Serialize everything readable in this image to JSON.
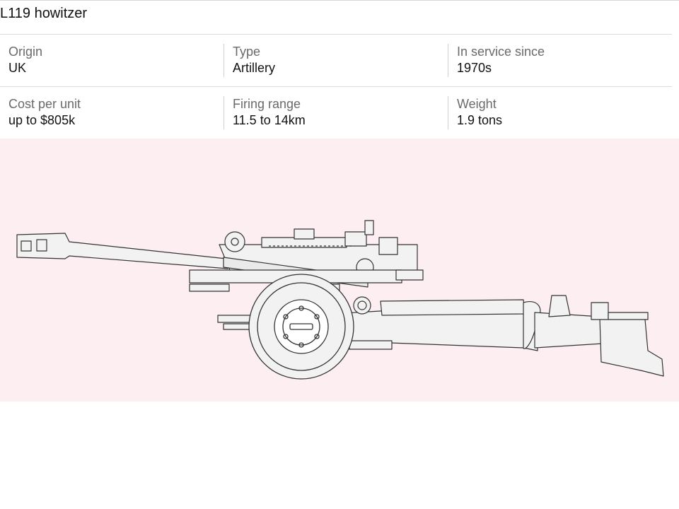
{
  "title": "L119 howitzer",
  "specs": [
    {
      "label": "Origin",
      "value": "UK"
    },
    {
      "label": "Type",
      "value": "Artillery"
    },
    {
      "label": "In service since",
      "value": "1970s"
    },
    {
      "label": "Cost per unit",
      "value": "up to $805k"
    },
    {
      "label": "Firing range",
      "value": "11.5 to 14km"
    },
    {
      "label": "Weight",
      "value": "1.9 tons"
    }
  ],
  "colors": {
    "illustration_background": "#fdeef1",
    "line_art": "#333333"
  }
}
